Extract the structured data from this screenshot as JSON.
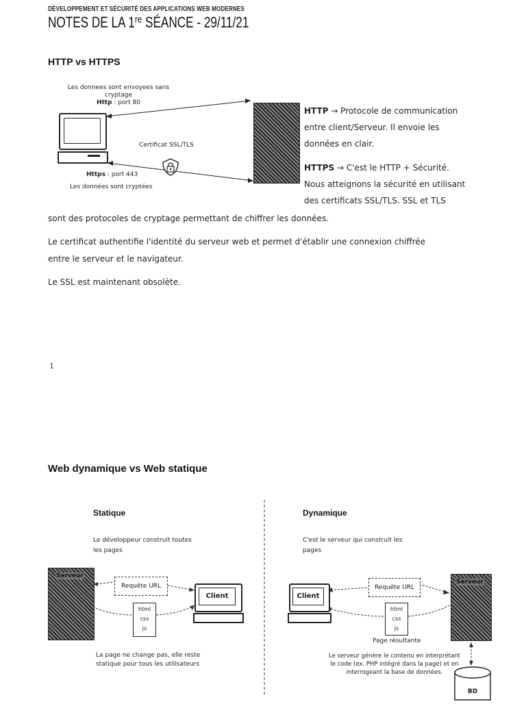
{
  "header": {
    "course": "DÉVELOPPEMENT ET SÉCURITÉ DES APPLICATIONS WEB MODERNES",
    "title_prefix": "NOTES DE LA 1",
    "title_sup": "re",
    "title_suffix": " SÉANCE - 29/11/21"
  },
  "section1": {
    "heading": "HTTP vs HTTPS",
    "diagram": {
      "top_note_line1": "Les donnees sont envoyees sans",
      "top_note_line2": "cryptage",
      "http_port_bold": "Http",
      "http_port_rest": " : port 80",
      "cert_label": "Certificat SSL/TLS",
      "https_port_bold": "Https",
      "https_port_rest": " : port 443",
      "bottom_note": "Les données sont cryptées"
    },
    "http_term": "HTTP",
    "http_arrow": " → ",
    "http_def_1": "Protocole de communication",
    "http_def_2": "entre client/Serveur. Il envoie les",
    "http_def_3": "données en clair.",
    "https_term": "HTTPS",
    "https_arrow": " → ",
    "https_def_1": "C'est le HTTP + Sécurité.",
    "https_def_2": "Nous atteignons la sécurité en utilisant",
    "https_def_3": "des certificats SSL/TLS. SSL et TLS",
    "para_1": "sont des protocoles de cryptage permettant de chiffrer les données.",
    "para_2a": "Le certificat authentifie l'identité du serveur web et permet d'établir une connexion chiffrée",
    "para_2b": "entre le serveur et le navigateur.",
    "para_3": "Le SSL est maintenant obsolète."
  },
  "page_number": "1",
  "section2": {
    "heading": "Web dynamique vs Web statique",
    "static": {
      "title": "Statique",
      "desc_1": "Le développeur construit toutes",
      "desc_2": "les pages",
      "server_label": "Serveur",
      "request_label": "Requête URL",
      "client_label": "Client",
      "file_lines": [
        "html",
        "css",
        "js"
      ],
      "note_1": "La page ne change pas, elle reste",
      "note_2": "statique pour tous les utilisateurs"
    },
    "dynamic": {
      "title": "Dynamique",
      "desc_1": "C'est le serveur qui construit les",
      "desc_2": "pages",
      "server_label": "Serveur",
      "request_label": "Requête URL",
      "client_label": "Client",
      "file_lines": [
        "html",
        "css",
        "js"
      ],
      "result_label": "Page résultante",
      "note_1": "Le serveur génère le contenu en interprétant",
      "note_2": "le code (ex. PHP intégré dans la page) et en",
      "note_3": "interrogeant la base de données.",
      "db_label": "BD"
    }
  }
}
